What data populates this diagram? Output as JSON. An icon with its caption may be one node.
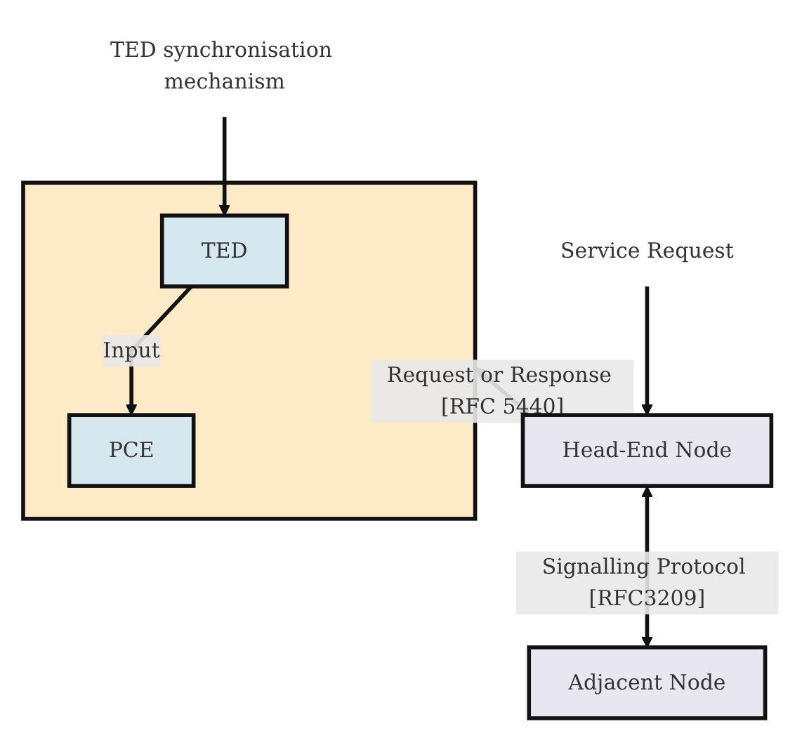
{
  "diagram": {
    "nodes": [
      {
        "text": [],
        "shape": "box"
      },
      {
        "text": [
          "TED"
        ],
        "in": 0
      },
      {
        "text": [
          "PCE"
        ],
        "in": 0
      },
      {
        "text": [
          "TED synchronisation mechanism"
        ]
      },
      {
        "text": [
          "Head-End Node"
        ]
      },
      {
        "text": [
          "Adjacent Node"
        ]
      },
      {
        "text": [
          "Service Request"
        ]
      }
    ],
    "edges": [
      {
        "from": 3,
        "to": 1,
        "arrow": "to"
      },
      {
        "from": 1,
        "to": 2,
        "arrow": "to",
        "label": "Input"
      },
      {
        "from": 0,
        "to": 4,
        "arrow": "both",
        "label": "Request or Response [RFC 5440]"
      },
      {
        "from": 6,
        "to": 4,
        "arrow": "to"
      },
      {
        "from": 4,
        "to": 5,
        "arrow": "both",
        "label": "Signalling Protocol [RFC3209]"
      }
    ]
  }
}
